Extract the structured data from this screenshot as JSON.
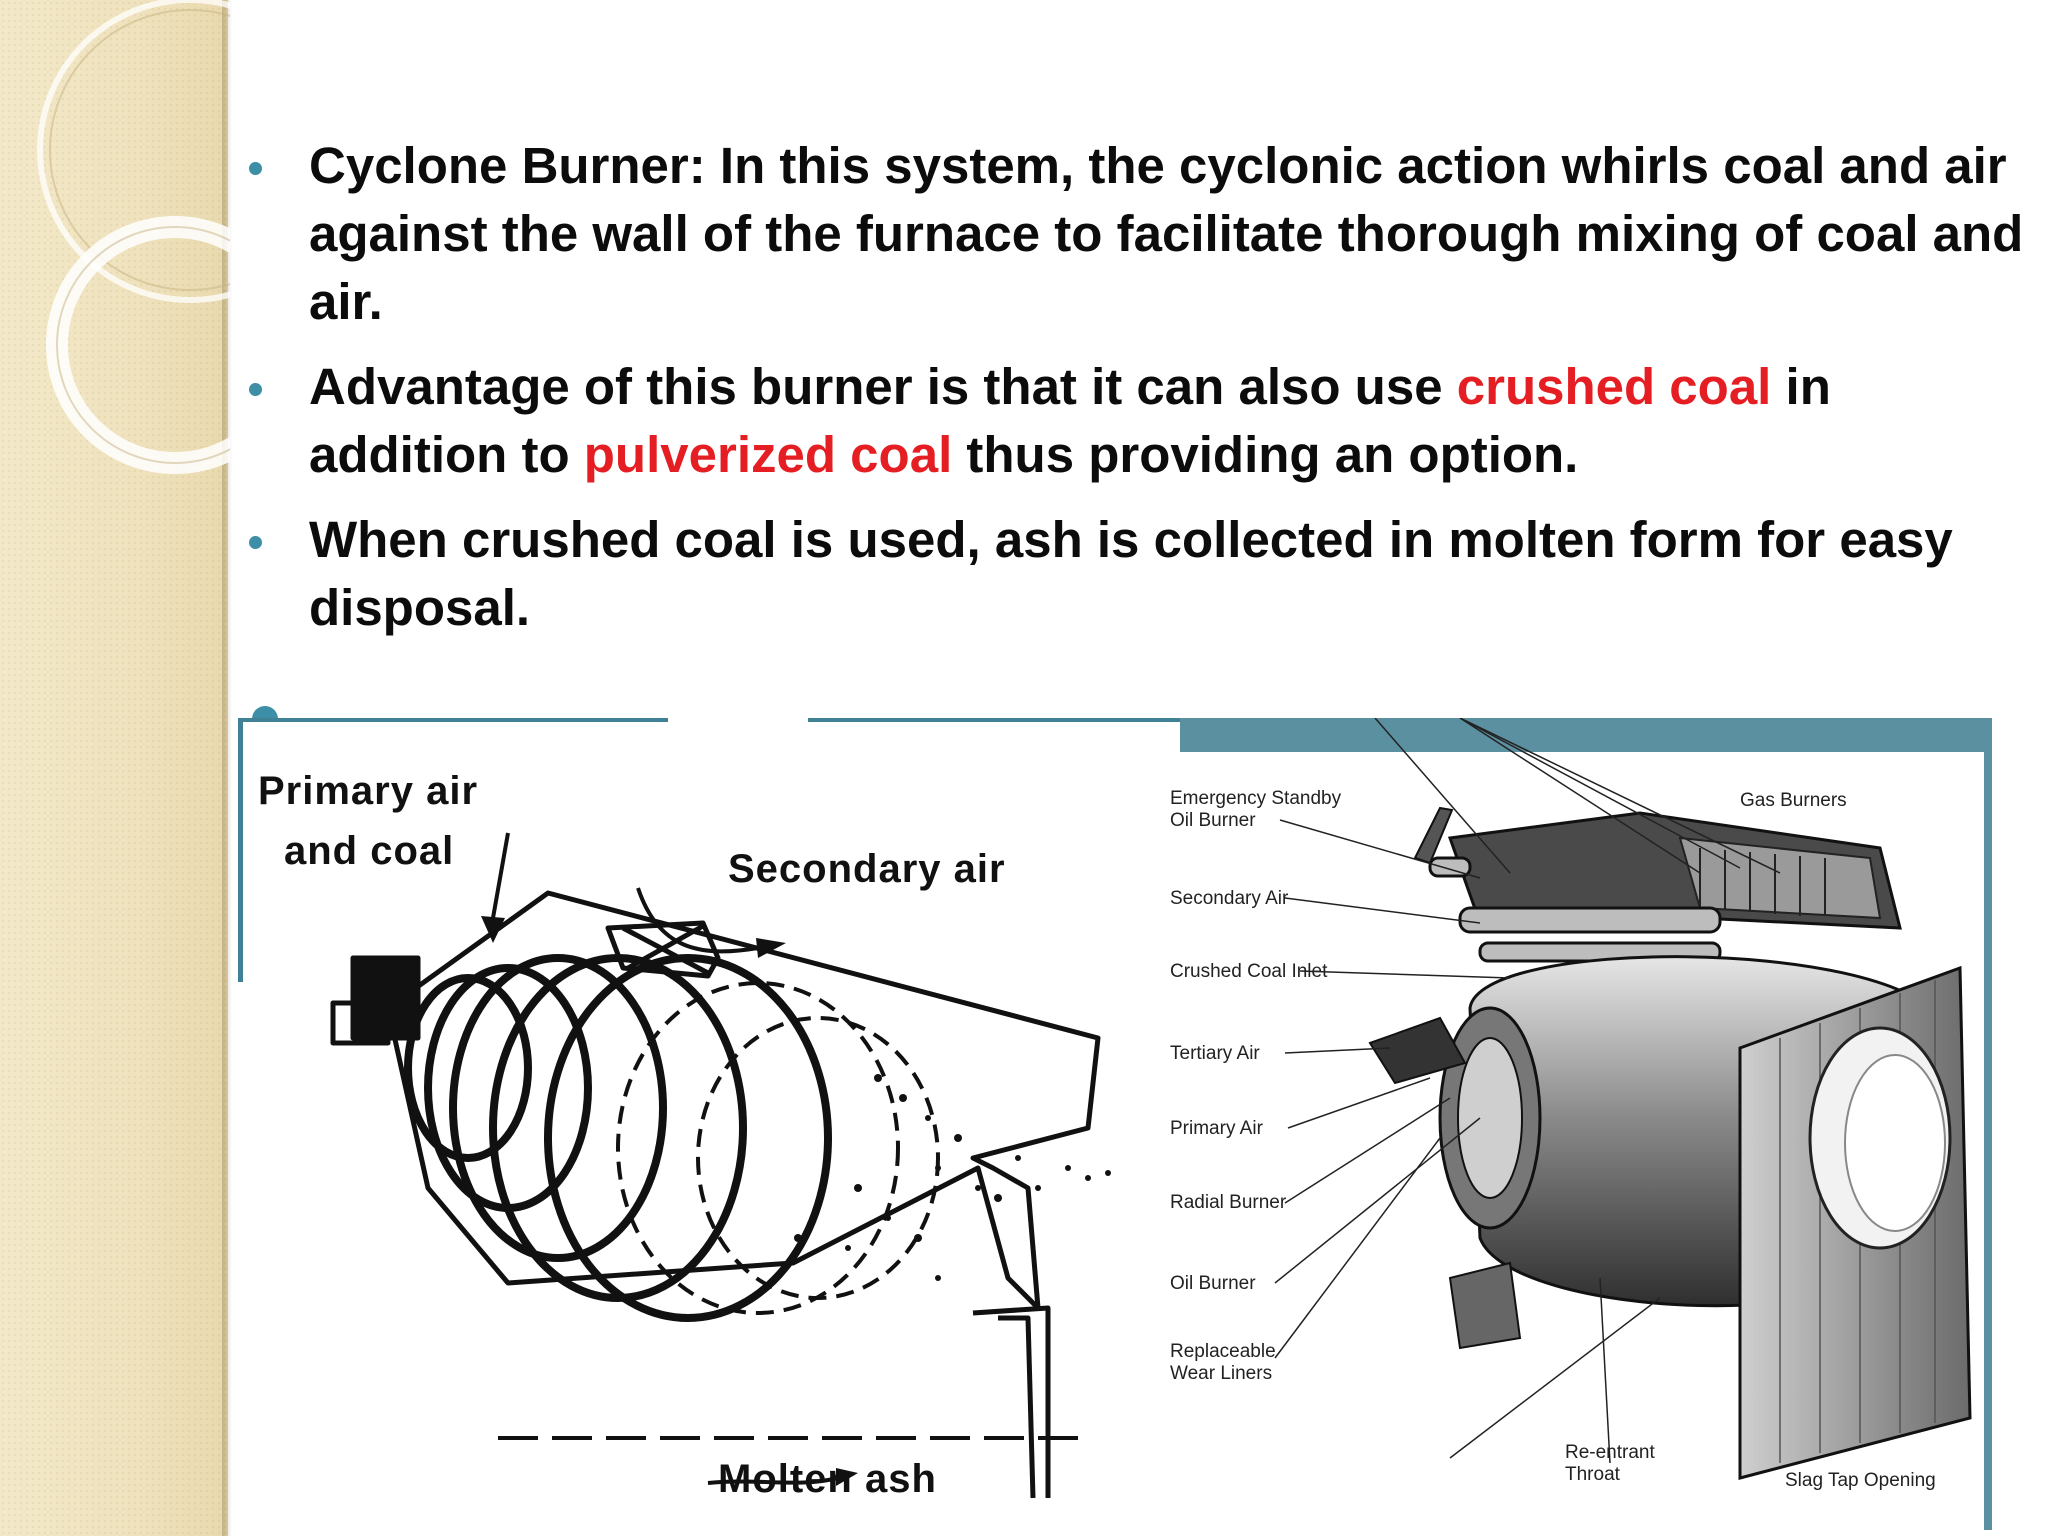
{
  "slide": {
    "bullets": [
      {
        "segments": [
          {
            "text": "Cyclone Burner: In this system, the cyclonic action whirls coal and air against the wall of the furnace to facilitate thorough mixing of coal and air.",
            "highlight": false
          }
        ]
      },
      {
        "segments": [
          {
            "text": "Advantage of this burner is that it can also use ",
            "highlight": false
          },
          {
            "text": "crushed coal",
            "highlight": true
          },
          {
            "text": " in addition to ",
            "highlight": false
          },
          {
            "text": "pulverized coal",
            "highlight": true
          },
          {
            "text": " thus providing an option.",
            "highlight": false
          }
        ]
      },
      {
        "segments": [
          {
            "text": "When crushed coal is used, ash is collected in molten form for easy disposal.",
            "highlight": false
          }
        ]
      }
    ]
  },
  "figure_left": {
    "labels": {
      "primary_air_line1": "Primary air",
      "primary_air_line2": "and coal",
      "secondary_air": "Secondary air",
      "molten_ash": "Molten ash"
    }
  },
  "figure_right": {
    "labels": {
      "emergency_line1": "Emergency Standby",
      "emergency_line2": "Oil Burner",
      "secondary_air": "Secondary Air",
      "crushed_coal_inlet": "Crushed Coal Inlet",
      "tertiary_air": "Tertiary Air",
      "primary_air": "Primary Air",
      "radial_burner": "Radial Burner",
      "oil_burner": "Oil Burner",
      "liners_line1": "Replaceable",
      "liners_line2": "Wear Liners",
      "gas_burners": "Gas Burners",
      "reentrant_line1": "Re-entrant",
      "reentrant_line2": "Throat",
      "slag_tap": "Slag Tap Opening"
    }
  },
  "colors": {
    "bullet_text": "#0c0c0c",
    "highlight": "#e41e22",
    "bullet_marker": "#3c8fa6",
    "frame_accent": "#5b90a0"
  }
}
